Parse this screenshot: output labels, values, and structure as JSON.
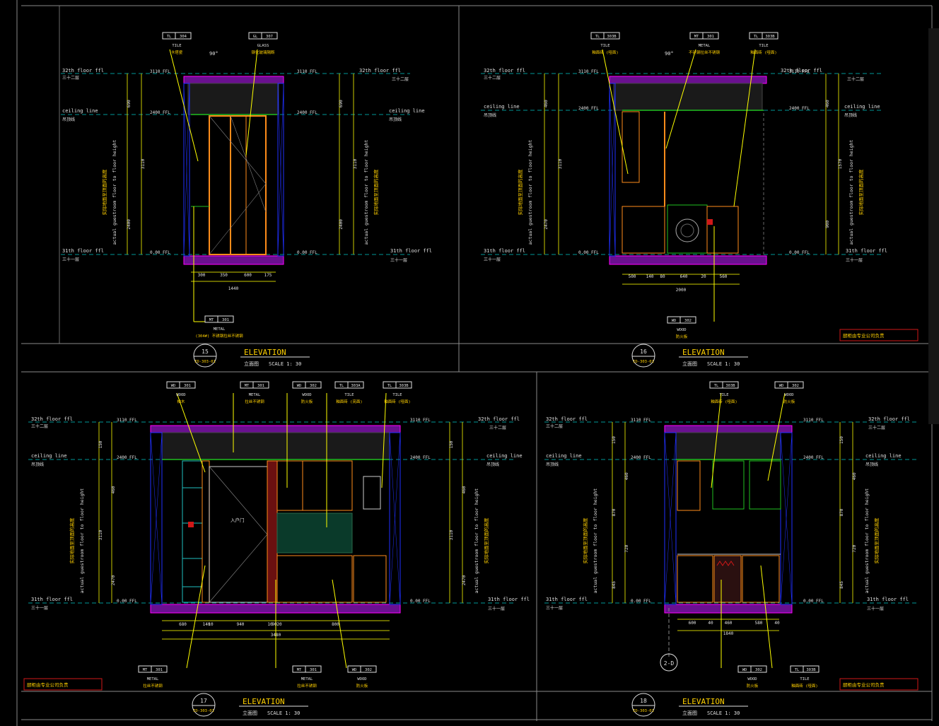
{
  "theme": {
    "background": "#000000",
    "frame": "#9a9a9a",
    "dimension": "#c8c800",
    "wall": "#2030ff",
    "cabinet": "#ff8c1a",
    "fixture": "#20c020",
    "ceiling": "#ff00ff",
    "leader": "#ffff00",
    "note_box": "#d01818",
    "text": "#e0e0e0"
  },
  "labels": {
    "floor32": "32th floor ffl",
    "floor32_cn": "三十二层",
    "ceiling": "ceiling line",
    "ceiling_cn": "吊顶线",
    "floor31": "31th floor ffl",
    "floor31_cn": "三十一层",
    "lvl_top": "3110 FFL",
    "lvl_ceil": "2400 FFL",
    "lvl_floor": "0.00 FFL",
    "height_en": "actual guestroom floor to floor height",
    "height_cn": "实际地面至顶面的高度"
  },
  "panels": [
    {
      "number": "15",
      "ref": "ID-303-01",
      "title": "ELEVATION",
      "subtitle": "立面图",
      "scale": "SCALE   1:  30",
      "dims": [
        "300",
        "350",
        "600",
        "175"
      ],
      "total": "1440",
      "heights_left": [
        "690",
        "3110",
        "2400"
      ],
      "heights_right": [
        "690",
        "3110",
        "2400"
      ],
      "tags_top": [
        {
          "code": "TL",
          "num": "304",
          "mat": "TILE",
          "cn": "卡塔瓷"
        },
        {
          "code": "GL",
          "num": "307",
          "mat": "GLASS",
          "cn": "钢化玻璃隔断"
        }
      ],
      "tags_bottom": [
        {
          "code": "MT",
          "num": "301",
          "mat": "METAL",
          "cn": "(304#) 不锈钢拉丝不锈钢"
        }
      ],
      "note": "",
      "angle": "90°"
    },
    {
      "number": "16",
      "ref": "ID-303-01",
      "title": "ELEVATION",
      "subtitle": "立面图",
      "scale": "SCALE   1:  30",
      "dims": [
        "500",
        "140",
        "80",
        "640",
        "20",
        "560"
      ],
      "total": "2000",
      "heights_left": [
        "460",
        "3110",
        "2470"
      ],
      "heights_right": [
        "460",
        "1570",
        "900"
      ],
      "tags_top": [
        {
          "code": "TL",
          "num": "303B",
          "mat": "TILE",
          "cn": "釉面砖 (哑面)"
        },
        {
          "code": "MT",
          "num": "301",
          "mat": "METAL",
          "cn": "不锈钢拉丝不锈钢"
        },
        {
          "code": "TL",
          "num": "303B",
          "mat": "TILE",
          "cn": "釉面砖 (哑面)"
        }
      ],
      "tags_bottom": [
        {
          "code": "WD",
          "num": "302",
          "mat": "WOOD",
          "cn": "防火板"
        }
      ],
      "note": "厨柜由专业公司负责",
      "angle": "90°"
    },
    {
      "number": "17",
      "ref": "ID-303-01",
      "title": "ELEVATION",
      "subtitle": "立面图",
      "scale": "SCALE   1:  30",
      "dims": [
        "680",
        "140",
        "10",
        "940",
        "10",
        "90",
        "20",
        "800"
      ],
      "total": "3480",
      "heights_left": [
        "150",
        "460",
        "3110",
        "2470"
      ],
      "heights_right": [
        "150",
        "460",
        "3110",
        "2470"
      ],
      "tags_top": [
        {
          "code": "WD",
          "num": "301",
          "mat": "WOOD",
          "cn": "柚木"
        },
        {
          "code": "MT",
          "num": "301",
          "mat": "METAL",
          "cn": "拉丝不锈钢"
        },
        {
          "code": "WD",
          "num": "302",
          "mat": "WOOD",
          "cn": "防火板"
        },
        {
          "code": "TL",
          "num": "303A",
          "mat": "TILE",
          "cn": "釉面砖 (亮面)"
        },
        {
          "code": "TL",
          "num": "303B",
          "mat": "TILE",
          "cn": "釉面砖 (哑面)"
        }
      ],
      "tags_bottom": [
        {
          "code": "MT",
          "num": "301",
          "mat": "METAL",
          "cn": "拉丝不锈钢"
        },
        {
          "code": "MT",
          "num": "301",
          "mat": "METAL",
          "cn": "拉丝不锈钢"
        },
        {
          "code": "WD",
          "num": "302",
          "mat": "WOOD",
          "cn": "防火板"
        }
      ],
      "note": "厨柜由专业公司负责",
      "door_label": "入户门",
      "angle": ""
    },
    {
      "number": "18",
      "ref": "ID-303-01",
      "title": "ELEVATION",
      "subtitle": "立面图",
      "scale": "SCALE   1:  30",
      "dims": [
        "600",
        "40",
        "460",
        "580",
        "40"
      ],
      "total": "1840",
      "heights_left": [
        "150",
        "460",
        "870",
        "720",
        "845"
      ],
      "heights_right": [
        "150",
        "460",
        "870",
        "720",
        "845"
      ],
      "tags_top": [
        {
          "code": "TL",
          "num": "303B",
          "mat": "TILE",
          "cn": "釉面砖 (哑面)"
        },
        {
          "code": "WD",
          "num": "302",
          "mat": "WOOD",
          "cn": "防火板"
        }
      ],
      "tags_bottom": [
        {
          "code": "WD",
          "num": "302",
          "mat": "WOOD",
          "cn": "防火板"
        },
        {
          "code": "TL",
          "num": "303B",
          "mat": "TILE",
          "cn": "釉面砖 (哑面)"
        }
      ],
      "section": "2-D",
      "note": "厨柜由专业公司负责",
      "angle": ""
    }
  ]
}
